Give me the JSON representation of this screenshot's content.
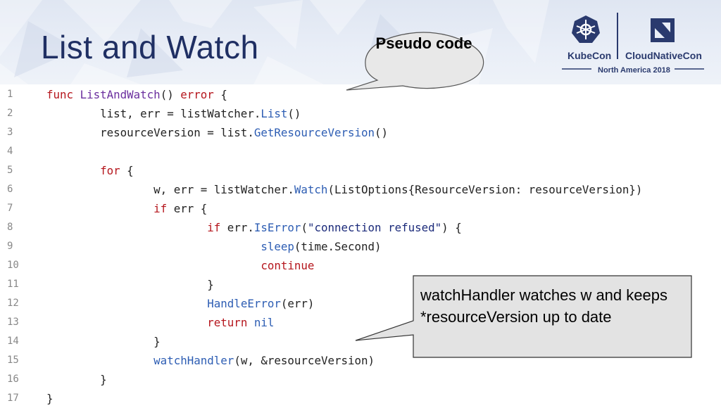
{
  "slide": {
    "title": "List and Watch",
    "bubble_text": "Pseudo code",
    "callout_text": "watchHandler watches w and keeps *resourceVersion up to date"
  },
  "logo": {
    "left_name": "KubeCon",
    "right_name": "CloudNativeCon",
    "subtitle": "North America 2018"
  },
  "code": {
    "line_numbers": [
      "1",
      "2",
      "3",
      "4",
      "5",
      "6",
      "7",
      "8",
      "9",
      "10",
      "11",
      "12",
      "13",
      "14",
      "15",
      "16",
      "17"
    ],
    "lines": [
      [
        {
          "t": "func ",
          "c": "kw"
        },
        {
          "t": "ListAndWatch",
          "c": "fn"
        },
        {
          "t": "() "
        },
        {
          "t": "error",
          "c": "kw"
        },
        {
          "t": " {"
        }
      ],
      [
        {
          "t": "        list, err = listWatcher."
        },
        {
          "t": "List",
          "c": "bi"
        },
        {
          "t": "()"
        }
      ],
      [
        {
          "t": "        resourceVersion = list."
        },
        {
          "t": "GetResourceVersion",
          "c": "bi"
        },
        {
          "t": "()"
        }
      ],
      [],
      [
        {
          "t": "        "
        },
        {
          "t": "for",
          "c": "kw"
        },
        {
          "t": " {"
        }
      ],
      [
        {
          "t": "                w, err = listWatcher."
        },
        {
          "t": "Watch",
          "c": "bi"
        },
        {
          "t": "(ListOptions{ResourceVersion: resourceVersion})"
        }
      ],
      [
        {
          "t": "                "
        },
        {
          "t": "if",
          "c": "kw"
        },
        {
          "t": " err {"
        }
      ],
      [
        {
          "t": "                        "
        },
        {
          "t": "if",
          "c": "kw"
        },
        {
          "t": " err."
        },
        {
          "t": "IsError",
          "c": "bi"
        },
        {
          "t": "("
        },
        {
          "t": "\"connection refused\"",
          "c": "str"
        },
        {
          "t": ") {"
        }
      ],
      [
        {
          "t": "                                "
        },
        {
          "t": "sleep",
          "c": "bi"
        },
        {
          "t": "(time.Second)"
        }
      ],
      [
        {
          "t": "                                "
        },
        {
          "t": "continue",
          "c": "kw"
        }
      ],
      [
        {
          "t": "                        }"
        }
      ],
      [
        {
          "t": "                        "
        },
        {
          "t": "HandleError",
          "c": "bi"
        },
        {
          "t": "(err)"
        }
      ],
      [
        {
          "t": "                        "
        },
        {
          "t": "return",
          "c": "kw"
        },
        {
          "t": " "
        },
        {
          "t": "nil",
          "c": "bi"
        }
      ],
      [
        {
          "t": "                }"
        }
      ],
      [
        {
          "t": "                "
        },
        {
          "t": "watchHandler",
          "c": "bi"
        },
        {
          "t": "(w, &resourceVersion)"
        }
      ],
      [
        {
          "t": "        }"
        }
      ],
      [
        {
          "t": "}"
        }
      ]
    ]
  },
  "colors": {
    "title": "#1f2f63",
    "keyword": "#b5161d",
    "function": "#6a2e9e",
    "builtin": "#2d5db3",
    "callout_fill": "#e3e3e3",
    "bubble_fill": "#e8e8e8"
  }
}
